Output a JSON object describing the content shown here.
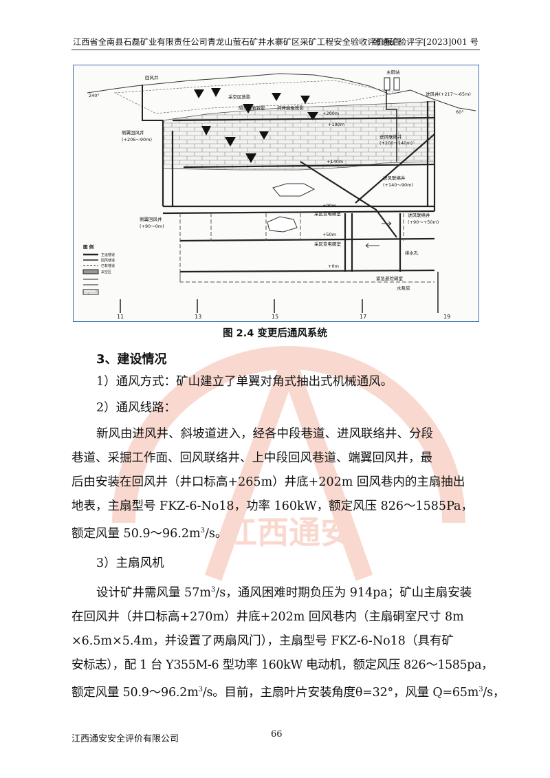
{
  "header": {
    "title": "江西省全南县石磊矿业有限责任公司青龙山萤石矿井水寨矿区采矿工程安全验收评价报告",
    "code": "赣通矿验评字[2023]001 号"
  },
  "figure": {
    "caption": "图 2.4 变更后通风系统",
    "labels": {
      "return_shaft": "回风井",
      "main_fan": "主扇站",
      "intake_top": "进风井(+217～-65m)",
      "angle_left": "240°",
      "angle_right": "60°",
      "mined_area": "采空区放影",
      "aquifer": "隔水层岩致影",
      "riverbed": "河床底板投影",
      "lv200": "+200m",
      "lv190": "+190m",
      "lv140": "+140m",
      "lv90": "+90m",
      "lv50": "+50m",
      "lv0": "+0m",
      "side_return": "侧翼回风井",
      "side_return_range": "(+206～90m)",
      "intake_raise1": "进风联络井",
      "intake_raise1_range": "(+200～140m)",
      "intake_raise2": "进风联络井",
      "intake_raise2_range": "(+140～90m)",
      "intake_raise3": "进风联络井",
      "intake_raise3_range": "(+90～+50m)",
      "side_return2": "侧翼回风井",
      "side_return2_range": "(+90～0m)",
      "crusher1": "采区变电硐室",
      "crusher2": "采区变电硐室",
      "drain": "排水孔",
      "pump": "水泵房",
      "emergency": "紧急避险硐室",
      "legend_title": "图  例",
      "legend_items": [
        "主运巷道",
        "回风巷道",
        "已有巷道",
        "采空区",
        "",
        "",
        ""
      ],
      "axis": [
        "11",
        "13",
        "15",
        "17",
        "19"
      ]
    }
  },
  "section_title": "3、建设情况",
  "items": {
    "vent_mode": "1）通风方式：矿山建立了单翼对角式抽出式机械通风。",
    "vent_route_title": "2）通风线路：",
    "main_fan_title": "3）主扇风机"
  },
  "p1": {
    "l1": "新风由进风井、斜坡道进入，经各中段巷道、进风联络井、分段",
    "l2": "巷道、采掘工作面、回风联络井、上中段回风巷道、端翼回风井，最",
    "l3": "后由安装在回风井（井口标高+265m）井底+202m 回风巷内的主扇抽出",
    "l4": "地表，主扇型号 FKZ-6-No18，功率 160kW，额定风压 826～1585Pa，",
    "l5a": "额定风量 50.9～96.2m",
    "l5sup": "3",
    "l5b": "/s。"
  },
  "p2": {
    "l1a": "设计矿井需风量 57m",
    "l1sup": "3",
    "l1b": "/s，通风困难时期负压为 914pa；矿山主扇安装",
    "l2": "在回风井（井口标高+270m）井底+202m 回风巷内（主扇硐室尺寸 8m",
    "l3": "×6.5m×5.4m，并设置了两扇风门），主扇型号 FKZ-6-No18（具有矿",
    "l4": "安标志），配 1 台 Y355M-6 型功率 160kW 电动机，额定风压 826～1585pa，",
    "l5a": "额定风量 50.9～96.2m",
    "l5sup": "3",
    "l5b": "/s。目前，主扇叶片安装角度θ=32°，风量 Q=65m",
    "l5sup2": "3",
    "l5c": "/s，"
  },
  "watermark": {
    "text": "江西通安"
  },
  "footer": {
    "company": "江西通安安全评价有限公司",
    "page": "66"
  },
  "colors": {
    "watermark": "#e8562a",
    "frame": "#3a6fb0"
  }
}
